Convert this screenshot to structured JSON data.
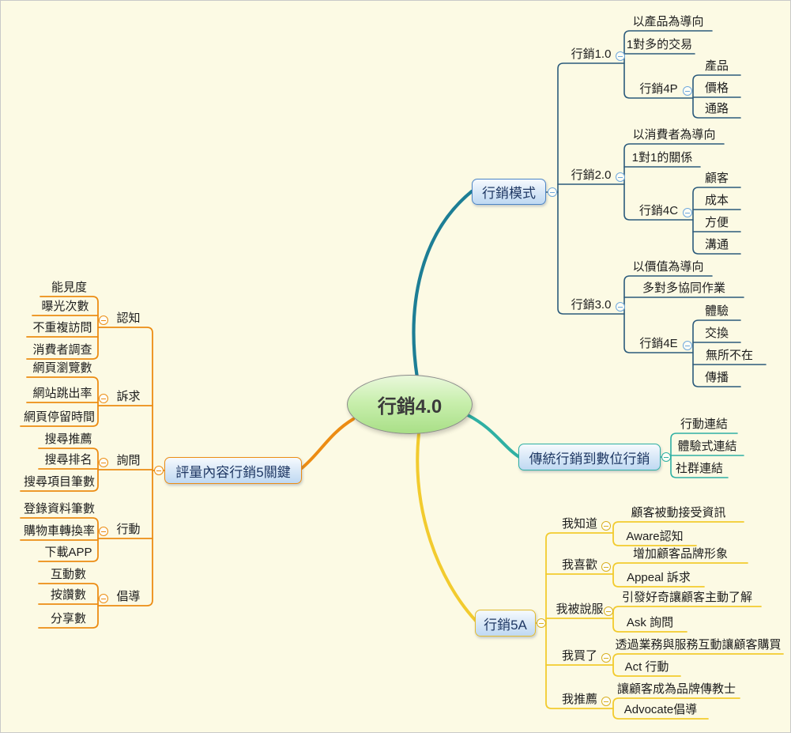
{
  "root": {
    "label": "行銷4.0"
  },
  "models": {
    "topic": "行銷模式",
    "items": [
      {
        "label": "行銷1.0",
        "points": [
          "以產品為導向",
          "1對多的交易"
        ],
        "sub": {
          "label": "行銷4P",
          "items": [
            "產品",
            "價格",
            "通路"
          ]
        }
      },
      {
        "label": "行銷2.0",
        "points": [
          "以消費者為導向",
          "1對1的關係"
        ],
        "sub": {
          "label": "行銷4C",
          "items": [
            "顧客",
            "成本",
            "方便",
            "溝通"
          ]
        }
      },
      {
        "label": "行銷3.0",
        "points": [
          "以價值為導向",
          "多對多協同作業"
        ],
        "sub": {
          "label": "行銷4E",
          "items": [
            "體驗",
            "交換",
            "無所不在",
            "傳播"
          ]
        }
      }
    ]
  },
  "transition": {
    "topic": "傳統行銷到數位行銷",
    "items": [
      "行動連結",
      "體驗式連結",
      "社群連結"
    ]
  },
  "five_a": {
    "topic": "行銷5A",
    "items": [
      {
        "label": "我知道",
        "points": [
          "顧客被動接受資訊",
          "Aware認知"
        ]
      },
      {
        "label": "我喜歡",
        "points": [
          "增加顧客品牌形象",
          "Appeal 訴求"
        ]
      },
      {
        "label": "我被說服",
        "points": [
          "引發好奇讓顧客主動了解",
          "Ask 詢問"
        ]
      },
      {
        "label": "我買了",
        "points": [
          "透過業務與服務互動讓顧客購買",
          "Act 行動"
        ]
      },
      {
        "label": "我推薦",
        "points": [
          "讓顧客成為品牌傳教士",
          "Advocate倡導"
        ]
      }
    ]
  },
  "metrics": {
    "topic": "評量內容行銷5關鍵",
    "items": [
      {
        "label": "認知",
        "points": [
          "能見度",
          "曝光次數",
          "不重複訪問",
          "消費者調查"
        ]
      },
      {
        "label": "訴求",
        "points": [
          "網頁瀏覽數",
          "網站跳出率",
          "網頁停留時間"
        ]
      },
      {
        "label": "詢問",
        "points": [
          "搜尋推薦",
          "搜尋排名",
          "搜尋項目筆數"
        ]
      },
      {
        "label": "行動",
        "points": [
          "登錄資料筆數",
          "購物車轉換率",
          "下載APP"
        ]
      },
      {
        "label": "倡導",
        "points": [
          "互動數",
          "按讚數",
          "分享數"
        ]
      }
    ]
  },
  "colors": {
    "background": "#FCFAE4",
    "branch_models_curve": "#1D7E95",
    "branch_models_lines": "#2B5A7B",
    "branch_transition": "#2FB0A3",
    "branch_five_a": "#F2CB2E",
    "branch_metrics": "#EC8C13",
    "topic_border_blue": "#4E86C6",
    "topic_text": "#1F3864",
    "central_fill": "#A9DF87"
  }
}
